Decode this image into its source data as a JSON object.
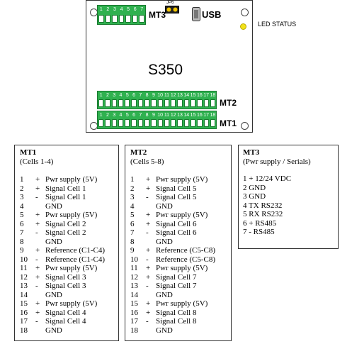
{
  "board": {
    "model": "S350",
    "usb_label": "USB",
    "jp_label": "JP6",
    "led_label": "LED STATUS",
    "mt3_label": "MT3",
    "mt2_label": "MT2",
    "mt1_label": "MT1",
    "mt3_pins": [
      "1",
      "2",
      "3",
      "4",
      "5",
      "6",
      "7"
    ],
    "mt_pins": [
      "1",
      "2",
      "3",
      "4",
      "5",
      "6",
      "7",
      "8",
      "9",
      "10",
      "11",
      "12",
      "13",
      "14",
      "15",
      "16",
      "17",
      "18"
    ],
    "colors": {
      "terminal": "#2fb14f",
      "led": "#f2e21a"
    }
  },
  "mt1": {
    "title": "MT1",
    "subtitle": "(Cells 1-4)",
    "rows": [
      {
        "n": "1",
        "s": "+",
        "d": "Pwr supply (5V)"
      },
      {
        "n": "2",
        "s": "+",
        "d": "Signal Cell 1"
      },
      {
        "n": "3",
        "s": "-",
        "d": "Signal Cell 1"
      },
      {
        "n": "4",
        "s": "",
        "d": "GND"
      },
      {
        "n": "5",
        "s": "+",
        "d": "Pwr supply (5V)"
      },
      {
        "n": "6",
        "s": "+",
        "d": "Signal Cell 2"
      },
      {
        "n": "7",
        "s": "-",
        "d": "Signal Cell 2"
      },
      {
        "n": "8",
        "s": "",
        "d": "GND"
      },
      {
        "n": "9",
        "s": "+",
        "d": "Reference (C1-C4)"
      },
      {
        "n": "10",
        "s": "-",
        "d": "Reference (C1-C4)"
      },
      {
        "n": "11",
        "s": "+",
        "d": "Pwr supply (5V)"
      },
      {
        "n": "12",
        "s": "+",
        "d": "Signal Cell 3"
      },
      {
        "n": "13",
        "s": "-",
        "d": "Signal Cell 3"
      },
      {
        "n": "14",
        "s": "",
        "d": "GND"
      },
      {
        "n": "15",
        "s": "+",
        "d": "Pwr supply (5V)"
      },
      {
        "n": "16",
        "s": "+",
        "d": "Signal Cell 4"
      },
      {
        "n": "17",
        "s": "-",
        "d": "Signal Cell 4"
      },
      {
        "n": "18",
        "s": "",
        "d": "GND"
      }
    ]
  },
  "mt2": {
    "title": "MT2",
    "subtitle": "(Cells 5-8)",
    "rows": [
      {
        "n": "1",
        "s": "+",
        "d": "Pwr supply (5V)"
      },
      {
        "n": "2",
        "s": "+",
        "d": "Signal Cell 5"
      },
      {
        "n": "3",
        "s": "-",
        "d": "Signal Cell 5"
      },
      {
        "n": "4",
        "s": "",
        "d": "GND"
      },
      {
        "n": "5",
        "s": "+",
        "d": "Pwr supply (5V)"
      },
      {
        "n": "6",
        "s": "+",
        "d": "Signal Cell 6"
      },
      {
        "n": "7",
        "s": "-",
        "d": "Signal Cell 6"
      },
      {
        "n": "8",
        "s": "",
        "d": "GND"
      },
      {
        "n": "9",
        "s": "+",
        "d": "Reference (C5-C8)"
      },
      {
        "n": "10",
        "s": "-",
        "d": "Reference (C5-C8)"
      },
      {
        "n": "11",
        "s": "+",
        "d": "Pwr supply (5V)"
      },
      {
        "n": "12",
        "s": "+",
        "d": "Signal Cell 7"
      },
      {
        "n": "13",
        "s": "-",
        "d": "Signal Cell 7"
      },
      {
        "n": "14",
        "s": "",
        "d": "GND"
      },
      {
        "n": "15",
        "s": "+",
        "d": "Pwr supply (5V)"
      },
      {
        "n": "16",
        "s": "+",
        "d": "Signal Cell 8"
      },
      {
        "n": "17",
        "s": "-",
        "d": "Signal Cell 8"
      },
      {
        "n": "18",
        "s": "",
        "d": "GND"
      }
    ]
  },
  "mt3": {
    "title": "MT3",
    "subtitle": "(Pwr supply / Serials)",
    "lines": [
      "1 + 12/24 VDC",
      "2 GND",
      "3 GND",
      "4 TX RS232",
      "5 RX RS232",
      "6 + RS485",
      "7 - RS485"
    ]
  }
}
